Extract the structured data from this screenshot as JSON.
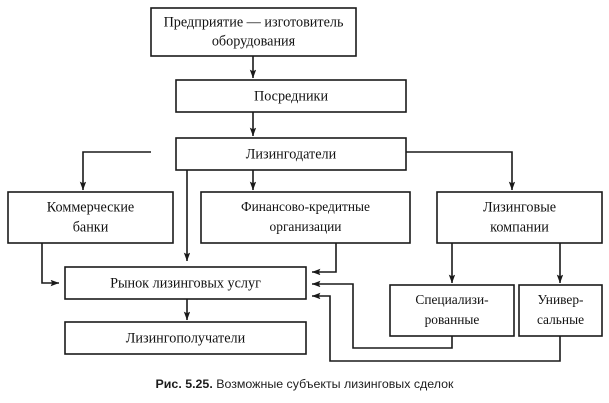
{
  "figure": {
    "caption_label": "Рис. 5.25.",
    "caption_text": "Возможные субъекты лизинговых сделок",
    "line_color": "#1a1a1a",
    "box_fill": "#ffffff",
    "background": "#ffffff"
  },
  "nodes": {
    "manufacturer": {
      "line1": "Предприятие — изготовитель",
      "line2": "оборудования"
    },
    "intermediaries": {
      "line1": "Посредники"
    },
    "lessors": {
      "line1": "Лизингодатели"
    },
    "commercial_banks": {
      "line1": "Коммерческие",
      "line2": "банки"
    },
    "financial_credit": {
      "line1": "Финансово-кредитные",
      "line2": "организации"
    },
    "leasing_companies": {
      "line1": "Лизинговые",
      "line2": "компании"
    },
    "specialized": {
      "line1": "Специализи-",
      "line2": "рованные"
    },
    "universal": {
      "line1": "Универ-",
      "line2": "сальные"
    },
    "market": {
      "line1": "Рынок лизинговых услуг"
    },
    "lessees": {
      "line1": "Лизингополучатели"
    }
  }
}
